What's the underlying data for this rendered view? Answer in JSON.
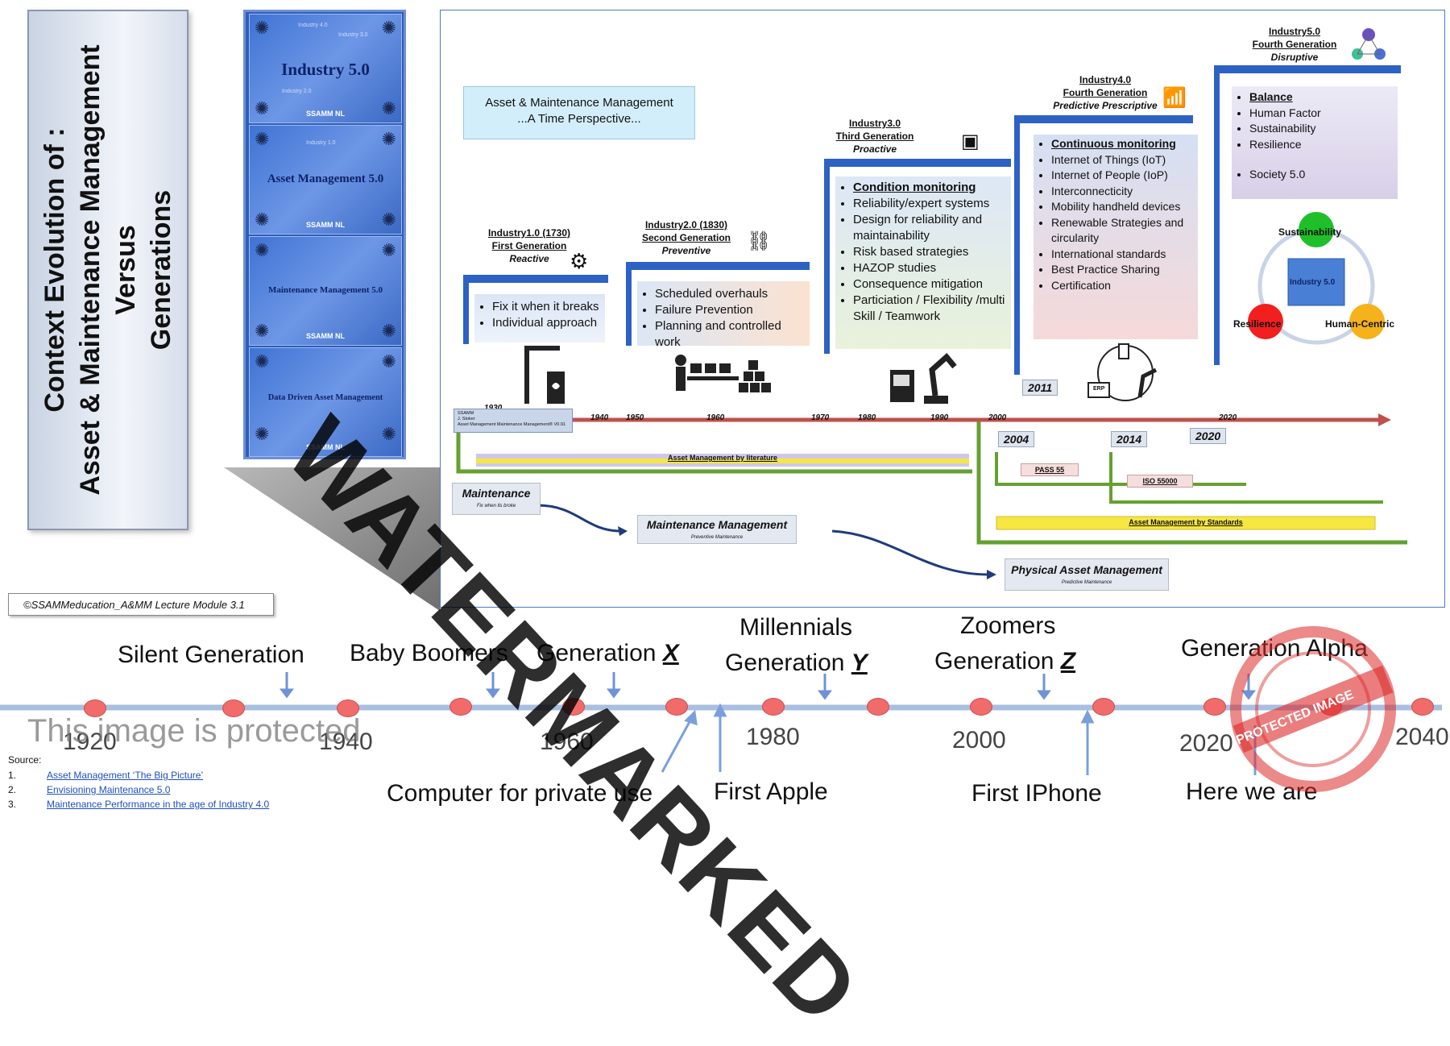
{
  "left_title": {
    "line1": "Context Evolution of :",
    "line2": "Asset & Maintenance Management",
    "line3": "Versus",
    "line4": "Generations"
  },
  "collage": {
    "tiles": [
      {
        "label": "Industry 5.0",
        "sub": "SSAMM NL"
      },
      {
        "label": "Asset Management 5.0",
        "sub": "SSAMM NL"
      },
      {
        "label": "Maintenance Management 5.0",
        "sub": "SSAMM NL"
      },
      {
        "label": "Data Driven Asset Management",
        "sub": "SSAMM NL"
      }
    ],
    "noise": [
      "Industry 4.0",
      "Industry 3.0",
      "Industry 2.0",
      "Industry 1.0"
    ]
  },
  "perspective_box": {
    "line1": "Asset & Maintenance Management",
    "line2": "...A Time Perspective..."
  },
  "generations_industry": [
    {
      "title": "Industry1.0 (1730)",
      "gen": "First Generation",
      "mode": "Reactive",
      "items": [
        "Fix it when it breaks",
        "Individual approach"
      ]
    },
    {
      "title": "Industry2.0 (1830)",
      "gen": "Second Generation",
      "mode": "Preventive",
      "items": [
        "Scheduled overhauls",
        "Failure Prevention",
        "Planning and controlled work"
      ]
    },
    {
      "title": "Industry3.0",
      "gen": "Third Generation",
      "mode": "Proactive",
      "items": [
        "Condition monitoring",
        "Reliability/expert systems",
        "Design for reliability and maintainability",
        "Risk based strategies",
        "HAZOP studies",
        "Consequence mitigation",
        "Particiation / Flexibility /multi Skill / Teamwork"
      ]
    },
    {
      "title": "Industry4.0",
      "gen": "Fourth Generation",
      "mode": "Predictive  Prescriptive",
      "items": [
        "Continuous monitoring",
        "Internet of Things (IoT)",
        "Internet of People (IoP)",
        "Interconnecticity",
        "Mobility handheld devices",
        "Renewable Strategies and circularity",
        "International standards",
        "Best Practice Sharing",
        "Certification"
      ]
    },
    {
      "title": "Industry5.0",
      "gen": "Fourth Generation",
      "mode": "Disruptive",
      "items": [
        "Balance",
        "Human Factor",
        "Sustainability",
        "Resilience",
        "Society 5.0"
      ]
    }
  ],
  "timeline_years": [
    "1930",
    "1940",
    "1950",
    "1960",
    "1970",
    "1980",
    "1990",
    "2000",
    "2020"
  ],
  "year_boxes": [
    "2011",
    "2004",
    "2014",
    "2020"
  ],
  "ssamm_note": {
    "l1": "SSAMM",
    "l2": "J. Stoker",
    "l3": "Asset Management  Maintenance Management® V0.91"
  },
  "bars": {
    "literature": "Asset Management by literature",
    "standards": "Asset Management by Standards",
    "pass55": "PASS 55",
    "iso": "ISO 55000"
  },
  "mm_stages": [
    {
      "label": "Maintenance",
      "sub": "Fix when its broke"
    },
    {
      "label": "Maintenance Management",
      "sub": "Preventive Maintenance"
    },
    {
      "label": "Physical Asset Management",
      "sub": "Predictive Maintenance"
    }
  ],
  "venn": {
    "top": "Sustainability",
    "left": "Resilience",
    "right": "Human-Centric",
    "center": "Industry 5.0"
  },
  "icons": {
    "erp": "ERP"
  },
  "copyright": "©SSAMMeducation_A&MM Lecture Module 3.1",
  "bottom": {
    "generations": [
      {
        "label": "Silent Generation",
        "marker": ""
      },
      {
        "label": "Baby Boomers",
        "marker": ""
      },
      {
        "label": "Generation ",
        "marker": "X"
      },
      {
        "label": "Millennials",
        "marker": ""
      },
      {
        "label": "Generation ",
        "marker": "Y"
      },
      {
        "label": "Zoomers",
        "marker": ""
      },
      {
        "label": "Generation ",
        "marker": "Z"
      },
      {
        "label": "Generation Alpha",
        "marker": ""
      }
    ],
    "years": [
      "1920",
      "1940",
      "1960",
      "1980",
      "2000",
      "2020",
      "2040"
    ],
    "events": [
      "Computer for private use",
      "First Apple",
      "First IPhone",
      "Here we are"
    ]
  },
  "source": {
    "label": "Source:",
    "items": [
      {
        "n": "1.",
        "text": "Asset Management ‘The Big Picture’"
      },
      {
        "n": "2.",
        "text": "Envisioning Maintenance 5.0"
      },
      {
        "n": "3.",
        "text": "Maintenance Performance in the age of Industry 4.0"
      }
    ]
  },
  "overlay": {
    "watermark": "WATERMARKED",
    "protected": "This image is protected",
    "stamp": "PROTECTED IMAGE"
  },
  "colors": {
    "accent": "#2d62c4",
    "timeline": "#c0504d",
    "green": "#66a032",
    "yellow": "#f5e642",
    "dot": "#f26b6b"
  }
}
